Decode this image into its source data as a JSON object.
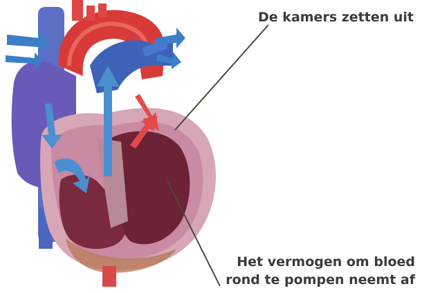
{
  "labels": {
    "top": "De kamers zetten uit",
    "bottom_line1": "Het vermogen om bloed",
    "bottom_line2": "rond te pompen neemt af"
  },
  "colors": {
    "aorta_red": "#d83a3a",
    "vein_blue": "#3c63b8",
    "flow_arrow_blue": "#3f86c9",
    "ventricle_wall": "#b06a85",
    "ventricle_chamber": "#7a2a3e",
    "pericardium": "#d7a6b7",
    "leader_line": "#4a4a3a",
    "label_text": "#3b3b3b"
  }
}
